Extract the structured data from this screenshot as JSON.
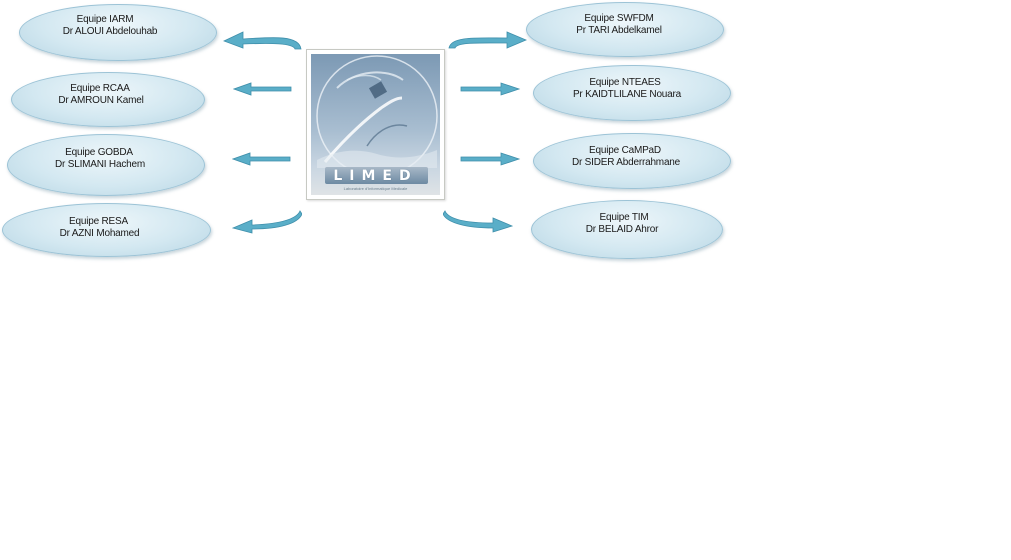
{
  "teams": [
    {
      "line1": "Equipe IARM",
      "line2": "Dr ALOUI Abdelouhab"
    },
    {
      "line1": "Equipe RCAA",
      "line2": "Dr AMROUN Kamel"
    },
    {
      "line1": "Equipe GOBDA",
      "line2": "Dr SLIMANI Hachem"
    },
    {
      "line1": "Equipe RESA",
      "line2": "Dr AZNI Mohamed"
    },
    {
      "line1": "Equipe SWFDM",
      "line2": "Pr TARI Abdelkamel"
    },
    {
      "line1": "Equipe NTEAES",
      "line2": "Pr KAIDTLILANE Nouara"
    },
    {
      "line1": "Equipe CaMPaD",
      "line2": "Dr SIDER Abderrahmane"
    },
    {
      "line1": "Equipe TIM",
      "line2": "Dr BELAID Ahror"
    }
  ],
  "logo": {
    "wordmark": "LIMED",
    "subtitle": "Laboratoire d'Informatique Medicale"
  },
  "colors": {
    "ellipse_fill": "#d3e8f1",
    "ellipse_border": "#9cc3d6",
    "arrow_fill": "#5aaec8",
    "logo_blue": "#8ba5bf"
  }
}
